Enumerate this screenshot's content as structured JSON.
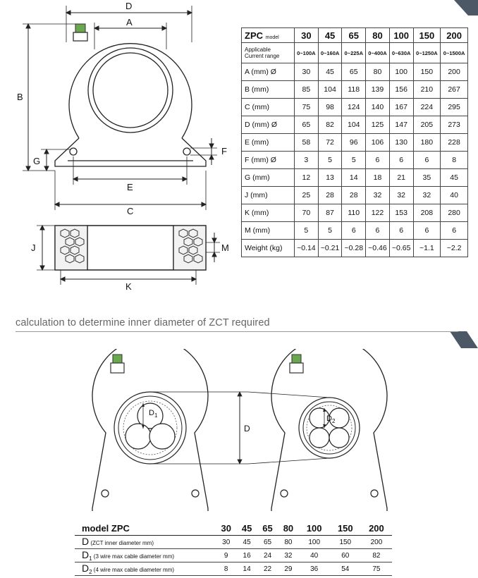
{
  "drawing": {
    "labels": {
      "d": "D",
      "a": "A",
      "b": "B",
      "g": "G",
      "f": "F",
      "e": "E",
      "c": "C",
      "j": "J",
      "m": "M",
      "k": "K"
    }
  },
  "spec_table": {
    "model_label": "ZPC",
    "model_sub": "model",
    "models": [
      "30",
      "45",
      "65",
      "80",
      "100",
      "150",
      "200"
    ],
    "range_label_1": "Applicable",
    "range_label_2": "Current range",
    "ranges": [
      "0~100A",
      "0~160A",
      "0~225A",
      "0~400A",
      "0~630A",
      "0~1250A",
      "0~1500A"
    ],
    "rows": [
      {
        "label": "A (mm) Ø",
        "values": [
          "30",
          "45",
          "65",
          "80",
          "100",
          "150",
          "200"
        ]
      },
      {
        "label": "B (mm)",
        "values": [
          "85",
          "104",
          "118",
          "139",
          "156",
          "210",
          "267"
        ]
      },
      {
        "label": "C (mm)",
        "values": [
          "75",
          "98",
          "124",
          "140",
          "167",
          "224",
          "295"
        ]
      },
      {
        "label": "D (mm) Ø",
        "values": [
          "65",
          "82",
          "104",
          "125",
          "147",
          "205",
          "273"
        ]
      },
      {
        "label": "E (mm)",
        "values": [
          "58",
          "72",
          "96",
          "106",
          "130",
          "180",
          "228"
        ]
      },
      {
        "label": "F (mm) Ø",
        "values": [
          "3",
          "5",
          "5",
          "6",
          "6",
          "6",
          "8"
        ]
      },
      {
        "label": "G (mm)",
        "values": [
          "12",
          "13",
          "14",
          "18",
          "21",
          "35",
          "45"
        ]
      },
      {
        "label": "J (mm)",
        "values": [
          "25",
          "28",
          "28",
          "32",
          "32",
          "32",
          "40"
        ]
      },
      {
        "label": "K (mm)",
        "values": [
          "70",
          "87",
          "110",
          "122",
          "153",
          "208",
          "280"
        ]
      },
      {
        "label": "M (mm)",
        "values": [
          "5",
          "5",
          "6",
          "6",
          "6",
          "6",
          "6"
        ]
      },
      {
        "label": "Weight (kg)",
        "values": [
          "~0.14",
          "~0.21",
          "~0.28",
          "~0.46",
          "~0.65",
          "~1.1",
          "~2.2"
        ]
      }
    ]
  },
  "calc_section": {
    "heading": "calculation to determine inner diameter of ZCT required",
    "diagram_labels": {
      "d": "D",
      "d1": "D",
      "d1_sub": "1",
      "d2": "D",
      "d2_sub": "2"
    }
  },
  "calc_table": {
    "header_label": "model ZPC",
    "models": [
      "30",
      "45",
      "65",
      "80",
      "100",
      "150",
      "200"
    ],
    "rows": [
      {
        "sym": "D",
        "sub": "",
        "desc": " (ZCT inner diameter mm)",
        "values": [
          "30",
          "45",
          "65",
          "80",
          "100",
          "150",
          "200"
        ]
      },
      {
        "sym": "D",
        "sub": "1",
        "desc": " (3 wire max cable diameter mm)",
        "values": [
          "9",
          "16",
          "24",
          "32",
          "40",
          "60",
          "82"
        ]
      },
      {
        "sym": "D",
        "sub": "2",
        "desc": " (4 wire max cable diameter mm)",
        "values": [
          "8",
          "14",
          "22",
          "29",
          "36",
          "54",
          "75"
        ]
      }
    ]
  },
  "colors": {
    "terminal_green": "#6aa84f",
    "corner_accent": "#4d5866",
    "line": "#222222"
  }
}
